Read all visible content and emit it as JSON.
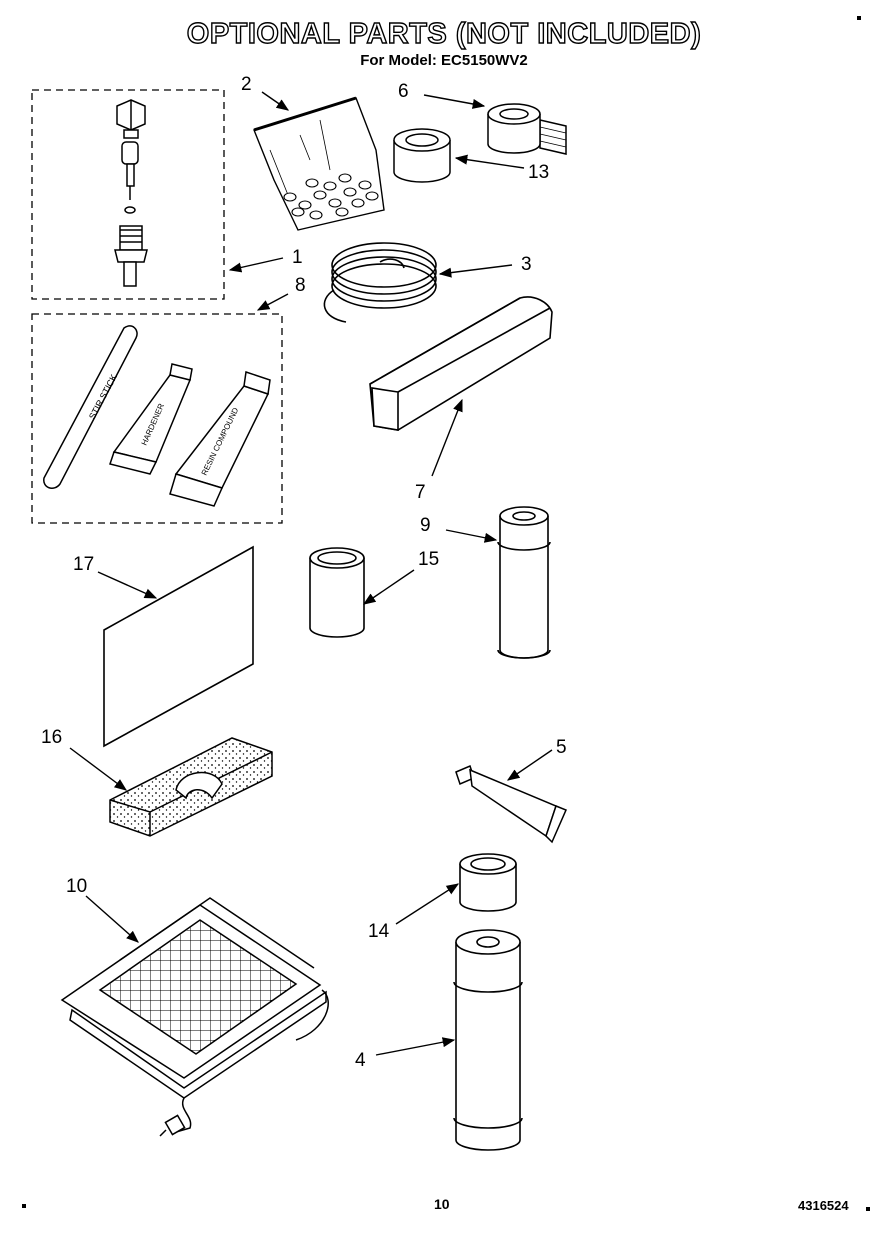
{
  "header": {
    "title": "OPTIONAL PARTS (NOT INCLUDED)",
    "subtitle": "For Model: EC5150WV2"
  },
  "labels": {
    "stir_stick": "STIR STICK",
    "hardener": "HARDENER",
    "resin_compound": "RESIN COMPOUND"
  },
  "callouts": [
    "1",
    "2",
    "3",
    "4",
    "5",
    "6",
    "7",
    "8",
    "9",
    "10",
    "13",
    "14",
    "15",
    "16",
    "17"
  ],
  "footer": {
    "page_number": "10",
    "document_number": "4316524"
  }
}
